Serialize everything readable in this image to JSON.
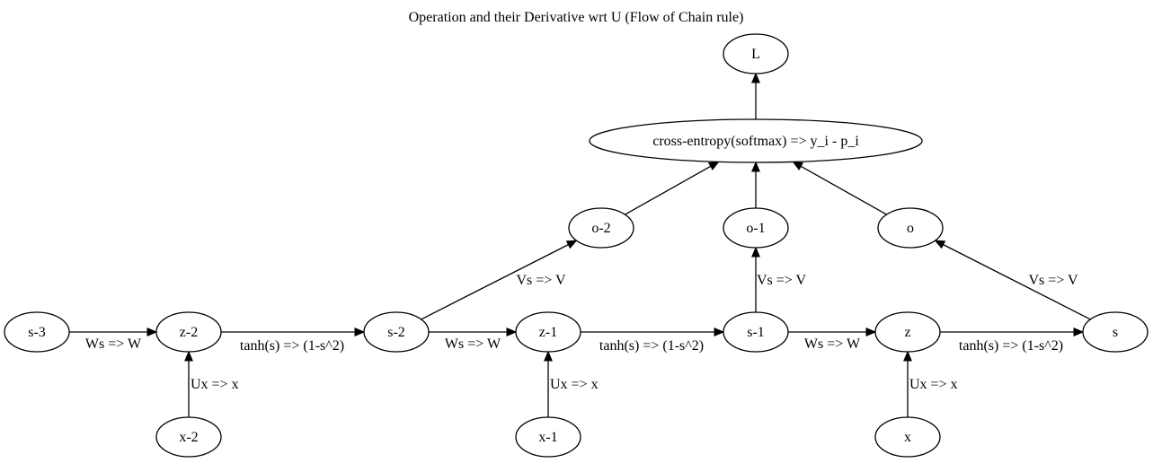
{
  "title": "Operation and their Derivative wrt U (Flow of Chain rule)",
  "nodes": {
    "L": "L",
    "ce": "cross-entropy(softmax) => y_i - p_i",
    "o2": "o-2",
    "o1": "o-1",
    "o": "o",
    "s3": "s-3",
    "z2": "z-2",
    "s2": "s-2",
    "z1": "z-1",
    "s1": "s-1",
    "z": "z",
    "s": "s",
    "x2": "x-2",
    "x1": "x-1",
    "x": "x"
  },
  "edges": [
    {
      "from": "s3",
      "to": "z2",
      "label": "Ws => W"
    },
    {
      "from": "z2",
      "to": "s2",
      "label": "tanh(s) => (1-s^2)"
    },
    {
      "from": "s2",
      "to": "z1",
      "label": "Ws => W"
    },
    {
      "from": "z1",
      "to": "s1",
      "label": "tanh(s) => (1-s^2)"
    },
    {
      "from": "s1",
      "to": "z",
      "label": "Ws => W"
    },
    {
      "from": "z",
      "to": "s",
      "label": "tanh(s) => (1-s^2)"
    },
    {
      "from": "x2",
      "to": "z2",
      "label": "Ux => x"
    },
    {
      "from": "x1",
      "to": "z1",
      "label": "Ux => x"
    },
    {
      "from": "x",
      "to": "z",
      "label": "Ux => x"
    },
    {
      "from": "s2",
      "to": "o2",
      "label": "Vs => V"
    },
    {
      "from": "s1",
      "to": "o1",
      "label": "Vs => V"
    },
    {
      "from": "s",
      "to": "o",
      "label": "Vs => V"
    },
    {
      "from": "o2",
      "to": "ce",
      "label": ""
    },
    {
      "from": "o1",
      "to": "ce",
      "label": ""
    },
    {
      "from": "o",
      "to": "ce",
      "label": ""
    },
    {
      "from": "ce",
      "to": "L",
      "label": ""
    }
  ]
}
